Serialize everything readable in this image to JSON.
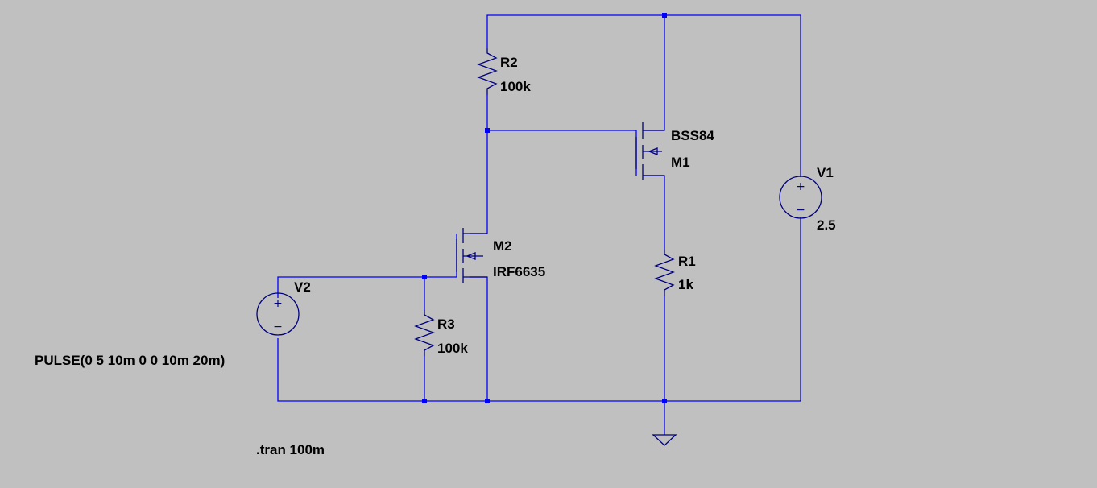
{
  "components": {
    "r2": {
      "name": "R2",
      "value": "100k"
    },
    "r1": {
      "name": "R1",
      "value": "1k"
    },
    "r3": {
      "name": "R3",
      "value": "100k"
    },
    "m1": {
      "name": "M1",
      "model": "BSS84"
    },
    "m2": {
      "name": "M2",
      "model": "IRF6635"
    },
    "v1": {
      "name": "V1",
      "value": "2.5"
    },
    "v2": {
      "name": "V2",
      "value": "PULSE(0 5 10m 0 0 10m 20m)"
    }
  },
  "directives": {
    "tran": ".tran 100m"
  },
  "symbols": {
    "plus": "+",
    "minus": "−"
  },
  "colors": {
    "background": "#c0c0c0",
    "wire": "#0000ff",
    "symbol": "#000080",
    "text": "#000000"
  }
}
